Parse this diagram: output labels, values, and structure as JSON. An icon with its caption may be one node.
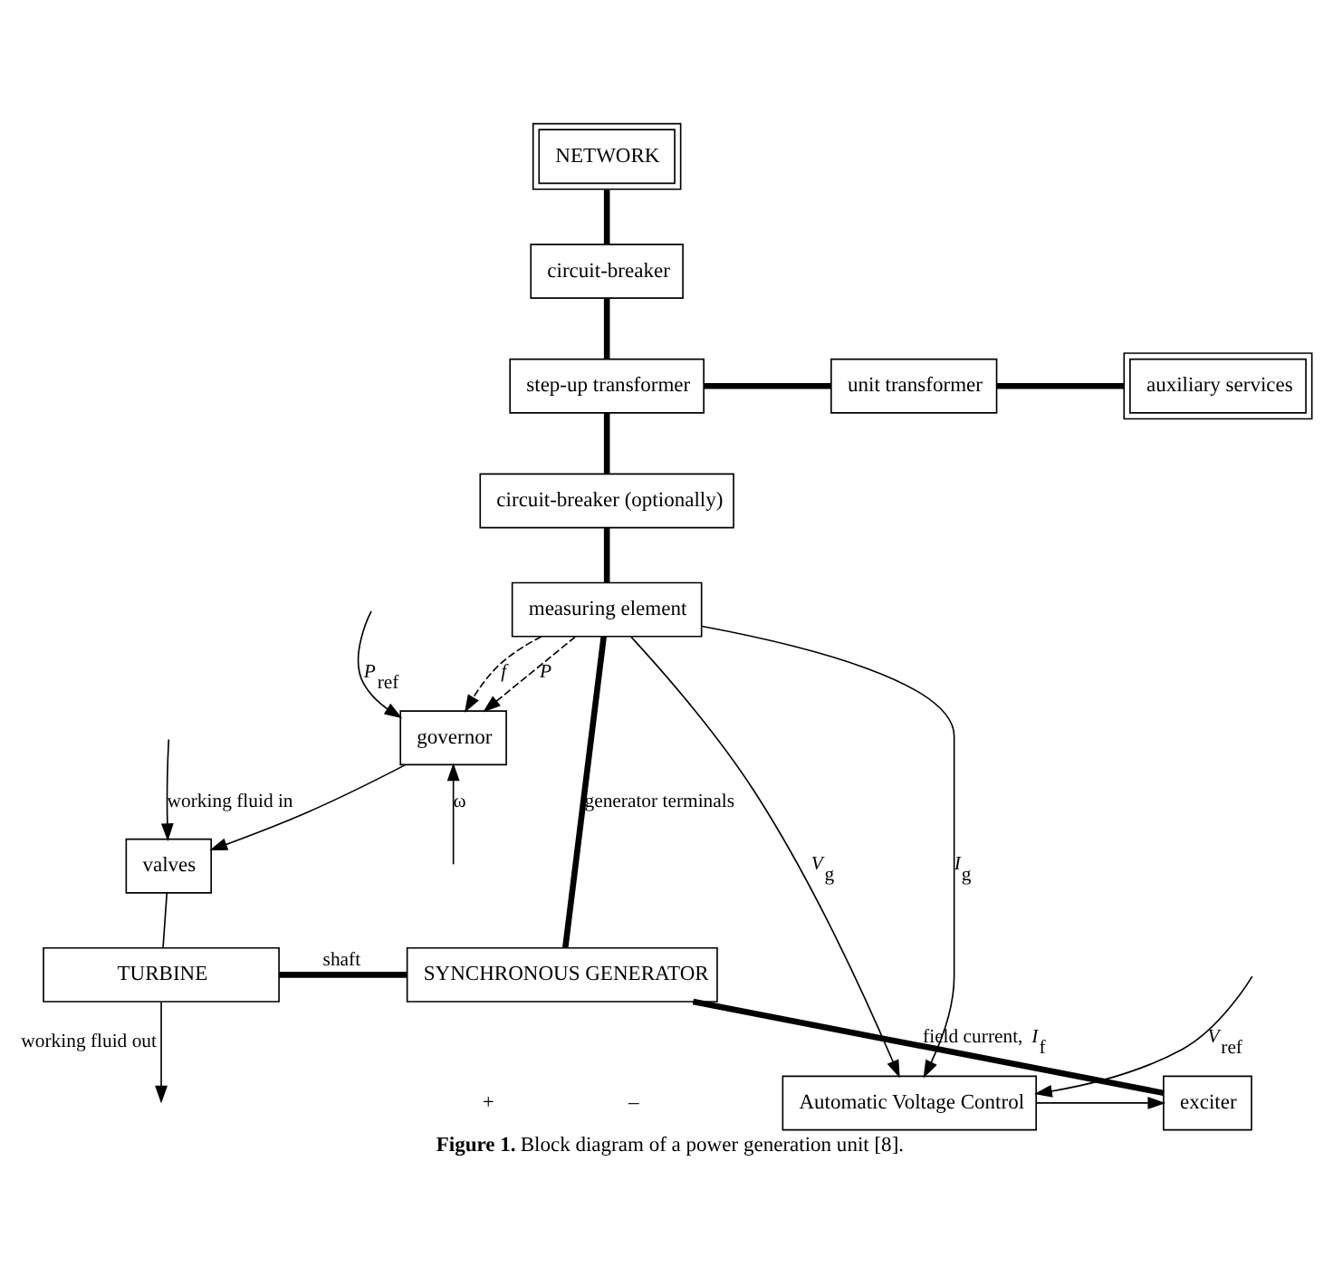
{
  "diagram": {
    "caption": "**Figure 1.** Block diagram of a power generation unit [8].",
    "nodes": [
      {
        "text": [
          "NETWORK"
        ]
      },
      {
        "text": [
          "circuit-breaker"
        ]
      },
      {
        "text": [
          "step-up transformer"
        ]
      },
      {
        "text": [
          "unit transformer"
        ]
      },
      {
        "text": [
          "auxiliary services"
        ]
      },
      {
        "text": [
          "circuit-breaker (optionally)"
        ]
      },
      {
        "text": [
          "measuring element"
        ]
      },
      {
        "text": [
          "governor"
        ]
      },
      {
        "text": [
          "valves"
        ]
      },
      {
        "text": [
          "TURBINE"
        ]
      },
      {
        "text": [
          "SYNCHRONOUS GENERATOR"
        ]
      },
      {
        "text": [
          "exciter"
        ]
      },
      {
        "text": [
          "Automatic Voltage Control"
        ]
      }
    ],
    "edges": [
      {
        "from": 0,
        "to": 1,
        "arrow": "none",
        "style": "thick"
      },
      {
        "from": 1,
        "to": 2,
        "arrow": "none",
        "style": "thick"
      },
      {
        "from": 2,
        "to": 3,
        "arrow": "none",
        "style": "thick"
      },
      {
        "from": 3,
        "to": 4,
        "arrow": "none",
        "style": "thick"
      },
      {
        "from": 2,
        "to": 5,
        "arrow": "none",
        "style": "thick"
      },
      {
        "from": 5,
        "to": 6,
        "arrow": "none",
        "style": "thick"
      },
      {
        "from": 6,
        "to": 10,
        "arrow": "none",
        "style": "thick",
        "label": "generator terminals"
      },
      {
        "from": 6,
        "to": 7,
        "arrow": "to",
        "style": "dashed",
        "label": "*P*"
      },
      {
        "from": 6,
        "to": 7,
        "arrow": "to",
        "style": "dashed",
        "label": "*f*"
      },
      {
        "from": null,
        "to": 7,
        "arrow": "to",
        "label": "*P*$_{ref}$"
      },
      {
        "from": null,
        "to": 7,
        "arrow": "to",
        "label": "ω"
      },
      {
        "from": 7,
        "to": 8,
        "arrow": "to"
      },
      {
        "from": null,
        "to": 8,
        "arrow": "to",
        "label": "working fluid in"
      },
      {
        "from": 8,
        "to": 9,
        "arrow": "none"
      },
      {
        "from": 9,
        "to": 10,
        "arrow": "none",
        "style": "thick",
        "label": "shaft"
      },
      {
        "from": 9,
        "to": null,
        "arrow": "to",
        "label": "working fluid out"
      },
      {
        "from": 10,
        "to": 11,
        "arrow": "none",
        "style": "thick",
        "label": "field current, *I*$_{f}$"
      },
      {
        "from": 6,
        "to": 12,
        "arrow": "to",
        "label": "*V*$_{g}$"
      },
      {
        "from": 6,
        "to": 12,
        "arrow": "to",
        "label": "*I*$_{g}$"
      },
      {
        "from": null,
        "to": 12,
        "arrow": "to",
        "label": "*V*$_{ref}$"
      },
      {
        "from": 12,
        "to": 11,
        "arrow": "to"
      }
    ],
    "labels": [
      "+",
      "–"
    ]
  }
}
